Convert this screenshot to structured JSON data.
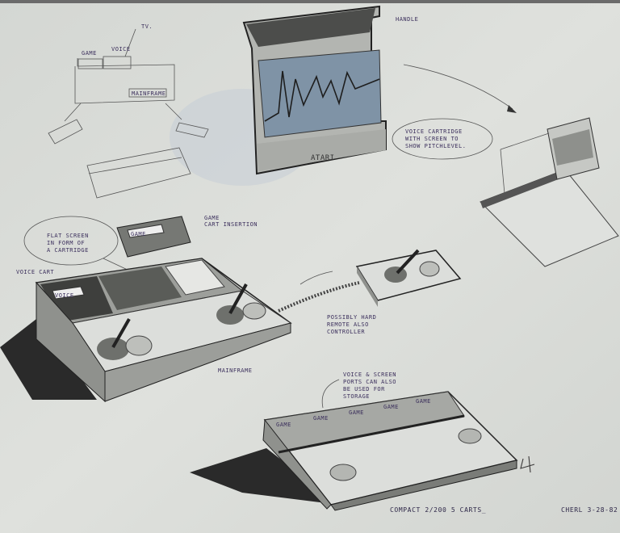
{
  "sketch_top_left": {
    "game_label": "GAME",
    "voice_label": "VOICE",
    "tv_label": "TV.",
    "mainframe_label": "MAINFRAME"
  },
  "voice_cartridge": {
    "handle_label": "HANDLE",
    "logo_text": "ATARI",
    "bubble_lines": [
      "VOICE CARTRIDGE",
      "WITH SCREEN TO",
      "SHOW PITCHLEVEL."
    ]
  },
  "flat_screen_bubble": [
    "FLAT SCREEN",
    "IN FORM OF",
    "A CARTRIDGE"
  ],
  "game_cart": {
    "label": "GAME",
    "caption_lines": [
      "GAME",
      "CART INSERTION"
    ]
  },
  "mainframe": {
    "voice_cart_label": "VOICE CART",
    "voice_slot_label": "VOICE",
    "caption": "MAINFRAME"
  },
  "controller_note": [
    "POSSIBLY HARD",
    "REMOTE ALSO",
    "CONTROLLER"
  ],
  "compact_note": [
    "VOICE & SCREEN",
    "PORTS CAN ALSO",
    "BE USED FOR",
    "STORAGE"
  ],
  "compact_slots": [
    "GAME",
    "GAME",
    "GAME",
    "GAME",
    "GAME"
  ],
  "footer": {
    "caption": "COMPACT 2/200  5 CARTS_",
    "signature": "CHERL 3-28-82"
  },
  "colors": {
    "paper": "#d9dcd8",
    "ink": "#3b2f5c",
    "marker_grey": "#8a8d88",
    "screen_blue": "#7f93a6"
  }
}
